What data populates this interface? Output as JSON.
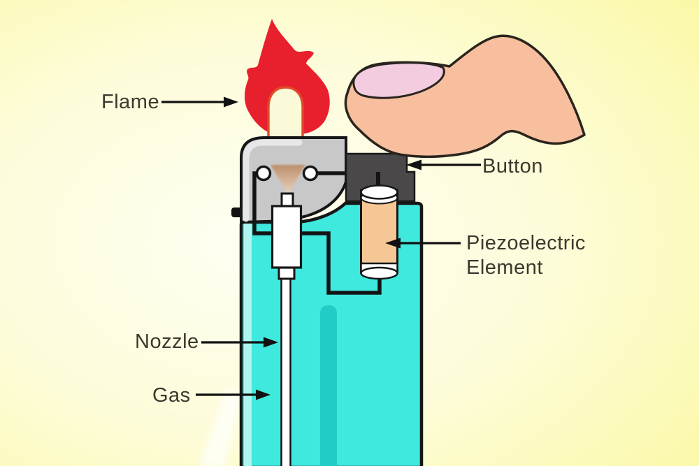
{
  "diagram": {
    "labels": {
      "flame": "Flame",
      "button": "Button",
      "piezoelectric_line1": "Piezoelectric",
      "piezoelectric_line2": "Element",
      "nozzle": "Nozzle",
      "gas": "Gas"
    },
    "colors": {
      "background_yellow": "#FAF8A2",
      "background_highlight": "#FFFEF4",
      "flame_red": "#E8202D",
      "flame_arch_rim": "#E04A28",
      "lighter_body_cyan": "#3FE9DE",
      "body_highlight_cyan": "#ADF5EF",
      "body_shadow_stripe": "#22CCC6",
      "metal_cap_gray": "#C8C8C8",
      "button_dark_gray": "#4A4848",
      "piezo_element_tan": "#F4C795",
      "finger_skin": "#F7BF9D",
      "fingernail_pink": "#F3CCDF",
      "label_text": "#3D372E",
      "outline_black": "#161616"
    }
  }
}
